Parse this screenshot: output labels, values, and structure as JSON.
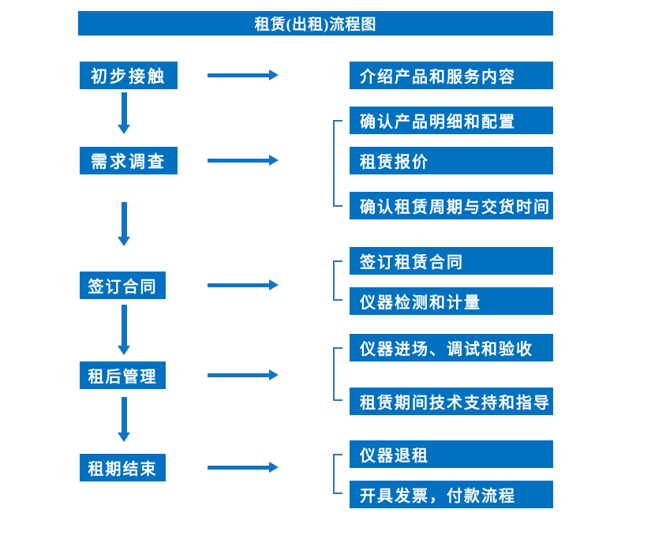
{
  "title": "租赁(出租)流程图",
  "colors": {
    "box_blue": "#0070c0",
    "arrow_blue": "#1173c6",
    "bracket_blue": "#2e74b5",
    "box_text": "#ffffff",
    "background": "#ffffff"
  },
  "steps": [
    {
      "label": "初步接触",
      "outputs": [
        "介绍产品和服务内容"
      ]
    },
    {
      "label": "需求调查",
      "outputs": [
        "确认产品明细和配置",
        "租赁报价",
        "确认租赁周期与交货时间"
      ]
    },
    {
      "label": "签订合同",
      "outputs": [
        "签订租赁合同",
        "仪器检测和计量"
      ]
    },
    {
      "label": "租后管理",
      "outputs": [
        "仪器进场、调试和验收",
        "租赁期间技术支持和指导"
      ]
    },
    {
      "label": "租期结束",
      "outputs": [
        "仪器退租",
        "开具发票，付款流程"
      ]
    }
  ]
}
